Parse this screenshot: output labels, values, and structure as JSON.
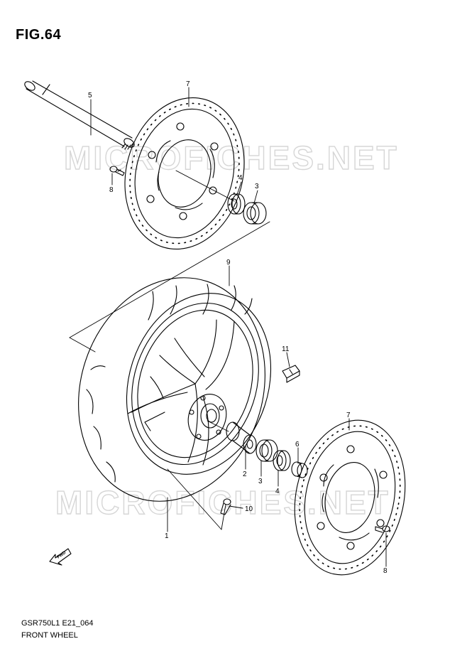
{
  "figure": {
    "title": "FIG.64",
    "code": "GSR750L1 E21_064",
    "name": "FRONT WHEEL"
  },
  "watermark": {
    "text": "MICROFICHES.NET"
  },
  "direction_badge": {
    "text": "FWD"
  },
  "parts": [
    {
      "ref": "1"
    },
    {
      "ref": "2"
    },
    {
      "ref": "3"
    },
    {
      "ref": "3"
    },
    {
      "ref": "4"
    },
    {
      "ref": "4"
    },
    {
      "ref": "5"
    },
    {
      "ref": "6"
    },
    {
      "ref": "7"
    },
    {
      "ref": "7"
    },
    {
      "ref": "8"
    },
    {
      "ref": "8"
    },
    {
      "ref": "9"
    },
    {
      "ref": "10"
    },
    {
      "ref": "11"
    }
  ]
}
